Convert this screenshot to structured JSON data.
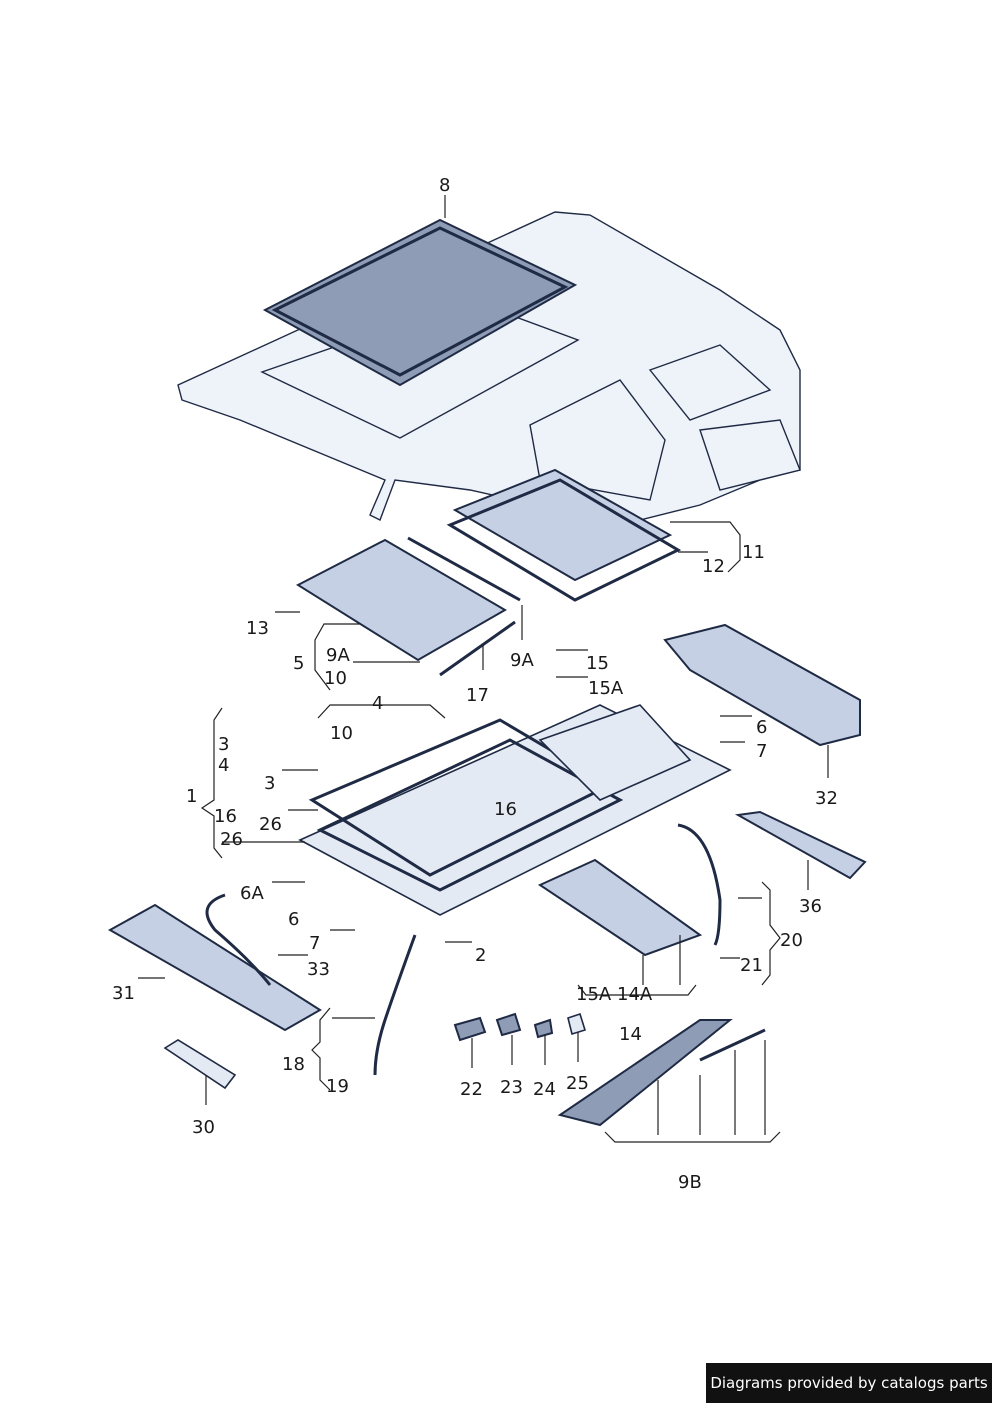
{
  "labels": {
    "l8": "8",
    "l11": "11",
    "l12": "12",
    "l13": "13",
    "l5": "5",
    "l9A_a": "9A",
    "l10_a": "10",
    "l17": "17",
    "l9A_b": "9A",
    "l15": "15",
    "l15A_a": "15A",
    "l4_a": "4",
    "l10_b": "10",
    "l3_a": "3",
    "l4_b": "4",
    "l3_b": "3",
    "l1": "1",
    "l16_a": "16",
    "l26_a": "26",
    "l26_b": "26",
    "l16_b": "16",
    "l6_a": "6",
    "l7_a": "7",
    "l32": "32",
    "l36": "36",
    "l6A": "6A",
    "l6_b": "6",
    "l7_b": "7",
    "l33": "33",
    "l31": "31",
    "l2": "2",
    "l20": "20",
    "l21": "21",
    "l15A_b": "15A",
    "l14A": "14A",
    "l14": "14",
    "l18": "18",
    "l19": "19",
    "l22": "22",
    "l23": "23",
    "l24": "24",
    "l25": "25",
    "l30": "30",
    "l9B": "9B"
  },
  "footer": {
    "text": "Diagrams provided by catalogs parts"
  }
}
